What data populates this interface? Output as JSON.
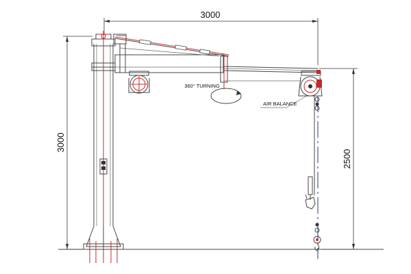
{
  "dimensions": {
    "top_width": "3000",
    "left_height": "3000",
    "right_height": "2500"
  },
  "labels": {
    "turning": "360° TURNING",
    "air_balance": "AIR BALANCE"
  },
  "colors": {
    "line": "#444444",
    "accent_red": "#c62828",
    "centerline_blue": "#1e3a9a",
    "dimension": "#333333"
  }
}
